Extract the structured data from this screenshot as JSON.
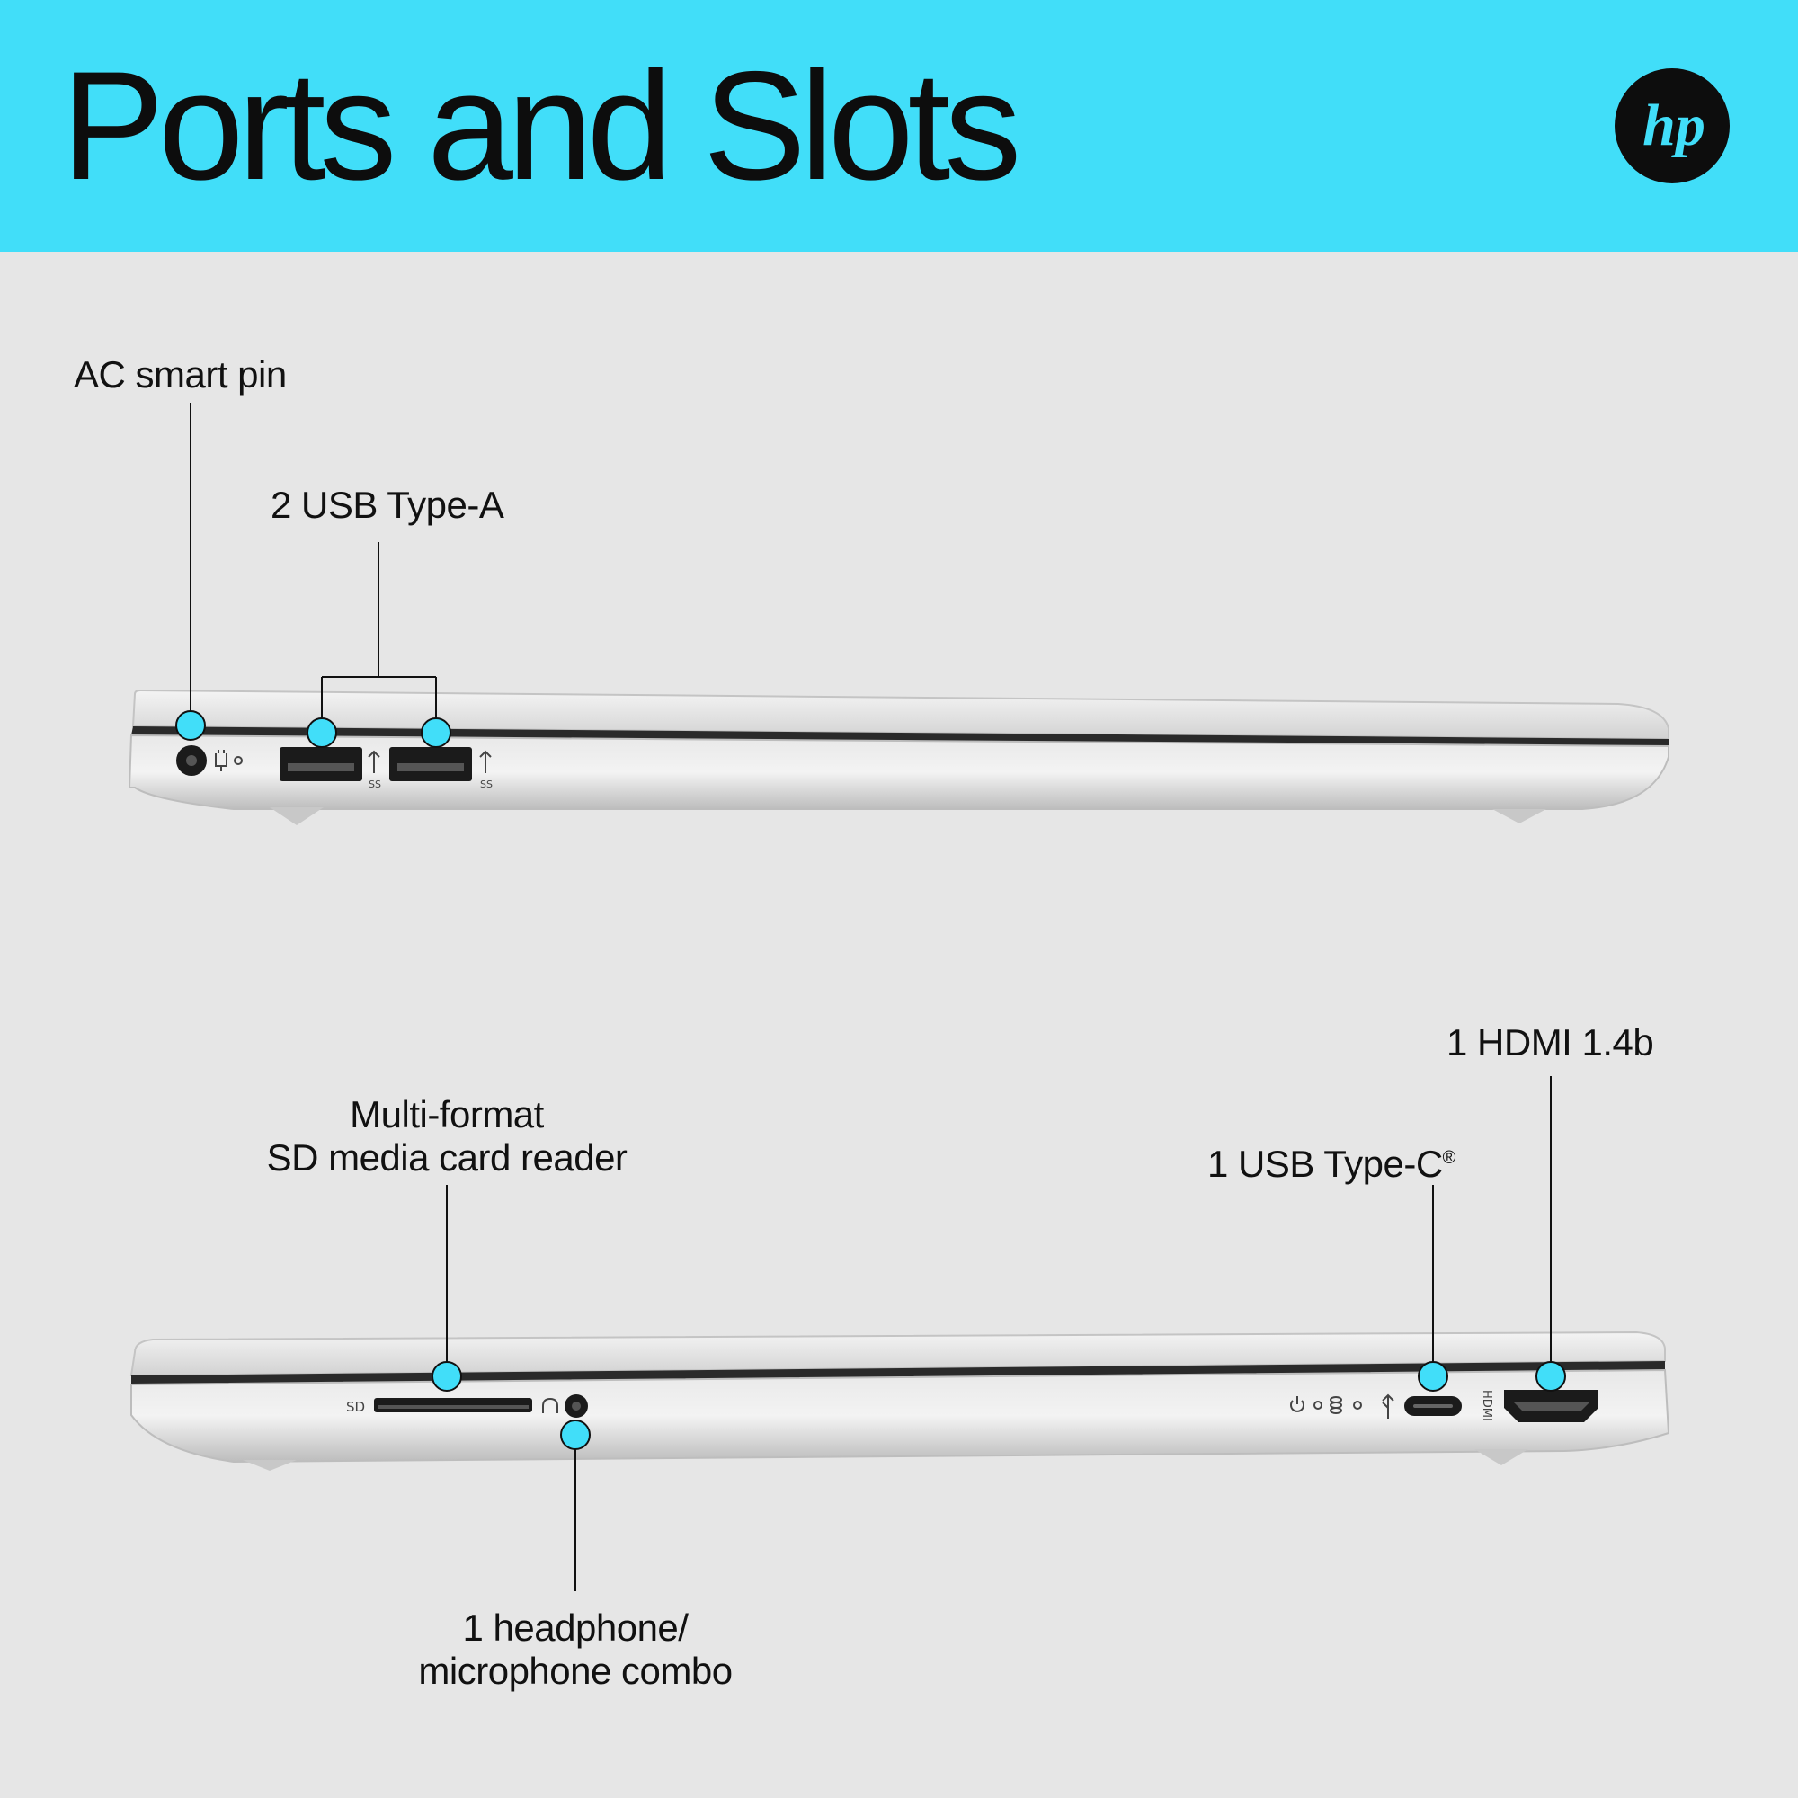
{
  "title": "Ports and Slots",
  "brand": {
    "logo_text": "hp",
    "logo_icon": "hp-logo-icon"
  },
  "colors": {
    "header_bg": "#41def9",
    "page_bg": "#e6e6e6",
    "callout_dot": "#41def9",
    "text": "#111111"
  },
  "left_side": {
    "callouts": [
      {
        "id": "ac-smart-pin",
        "label": "AC smart pin"
      },
      {
        "id": "usb-type-a",
        "label": "2 USB Type-A"
      }
    ],
    "port_icons": [
      "power-plug-icon",
      "usb-ss-icon",
      "usb-ss-icon"
    ]
  },
  "right_side": {
    "callouts": [
      {
        "id": "sd-card-reader",
        "label_line1": "Multi-format",
        "label_line2": "SD media card reader"
      },
      {
        "id": "headphone-combo",
        "label_line1": "1 headphone/",
        "label_line2": "microphone combo"
      },
      {
        "id": "usb-type-c",
        "label": "1 USB Type-C",
        "label_mark": "®"
      },
      {
        "id": "hdmi",
        "label": "1 HDMI 1.4b"
      }
    ],
    "port_labels": {
      "sd": "SD",
      "hdmi": "HDMI"
    },
    "port_icons": [
      "headset-icon",
      "power-icon",
      "drive-activity-icon",
      "usb-icon"
    ]
  }
}
